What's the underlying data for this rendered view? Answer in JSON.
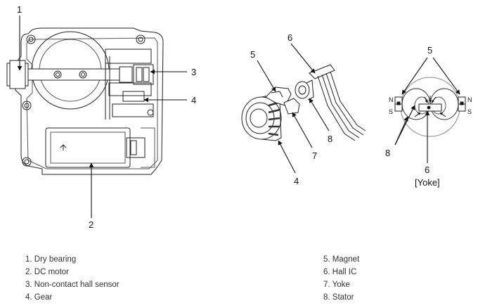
{
  "callouts": {
    "left": [
      "1",
      "2",
      "3",
      "4"
    ],
    "middle": [
      "5",
      "6",
      "7",
      "8",
      "4"
    ],
    "right": [
      "5",
      "8",
      "6"
    ]
  },
  "yoke_caption": "[Yoke]",
  "poles": {
    "north": "N",
    "south": "S"
  },
  "legend": {
    "left": [
      "1. Dry bearing",
      "2. DC motor",
      "3. Non-contact hall sensor",
      "4. Gear"
    ],
    "right": [
      "5. Magnet",
      "6. Hall IC",
      "7. Yoke",
      "8. Stator"
    ]
  }
}
